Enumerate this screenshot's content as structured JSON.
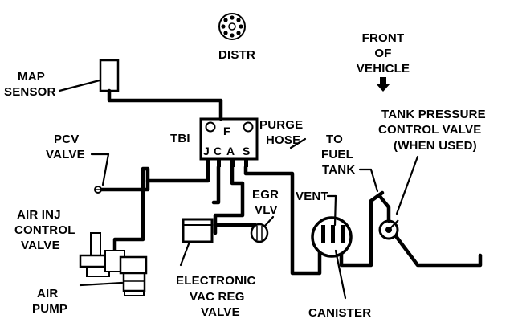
{
  "labels": {
    "distr": "DISTR",
    "front_of_vehicle": [
      "FRONT",
      "OF",
      "VEHICLE"
    ],
    "map_sensor": [
      "MAP",
      "SENSOR"
    ],
    "pcv_valve": [
      "PCV",
      "VALVE"
    ],
    "tbi": "TBI",
    "port_f": "F",
    "port_j": "J",
    "port_c": "C",
    "port_a": "A",
    "port_s": "S",
    "purge_hose": [
      "PURGE",
      "HOSE"
    ],
    "to_fuel_tank": [
      "TO",
      "FUEL",
      "TANK"
    ],
    "tank_pressure_control_valve": [
      "TANK PRESSURE",
      "CONTROL VALVE",
      "(WHEN USED)"
    ],
    "air_inj_control_valve": [
      "AIR INJ",
      "CONTROL",
      "VALVE"
    ],
    "egr_vlv": [
      "EGR",
      "VLV"
    ],
    "vent": "VENT",
    "air_pump": [
      "AIR",
      "PUMP"
    ],
    "electronic_vac_reg_valve": [
      "ELECTRONIC",
      "VAC REG",
      "VALVE"
    ],
    "canister": "CANISTER"
  },
  "icons": {
    "front_arrow": "down-arrow-icon",
    "distributor": "distributor-icon"
  },
  "colors": {
    "ink": "#000000",
    "background": "#ffffff"
  }
}
